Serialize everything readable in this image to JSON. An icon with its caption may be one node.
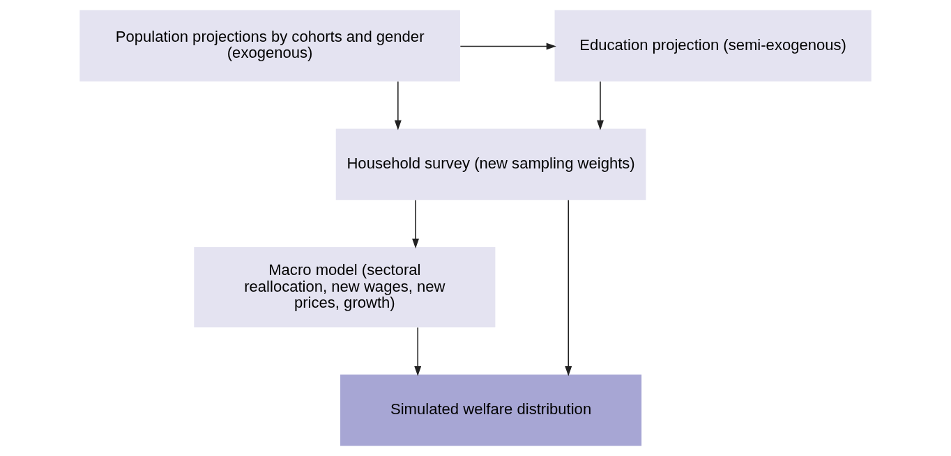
{
  "diagram": {
    "nodes": [
      {
        "text": [
          "Population projections by cohorts and gender (exogenous)"
        ]
      },
      {
        "text": [
          "Education projection (semi-exogenous)"
        ]
      },
      {
        "text": [
          "Household survey (new sampling weights)"
        ]
      },
      {
        "text": [
          "Macro model (sectoral reallocation, new wages, new prices, growth)"
        ]
      },
      {
        "text": [
          "Simulated welfare distribution"
        ]
      }
    ],
    "edges": [
      {
        "from": 0,
        "to": 1,
        "arrow": "to"
      },
      {
        "from": 0,
        "to": 2,
        "arrow": "to"
      },
      {
        "from": 1,
        "to": 2,
        "arrow": "to"
      },
      {
        "from": 2,
        "to": 3,
        "arrow": "to"
      },
      {
        "from": 3,
        "to": 4,
        "arrow": "to"
      },
      {
        "from": 2,
        "to": 4,
        "arrow": "to"
      }
    ]
  }
}
